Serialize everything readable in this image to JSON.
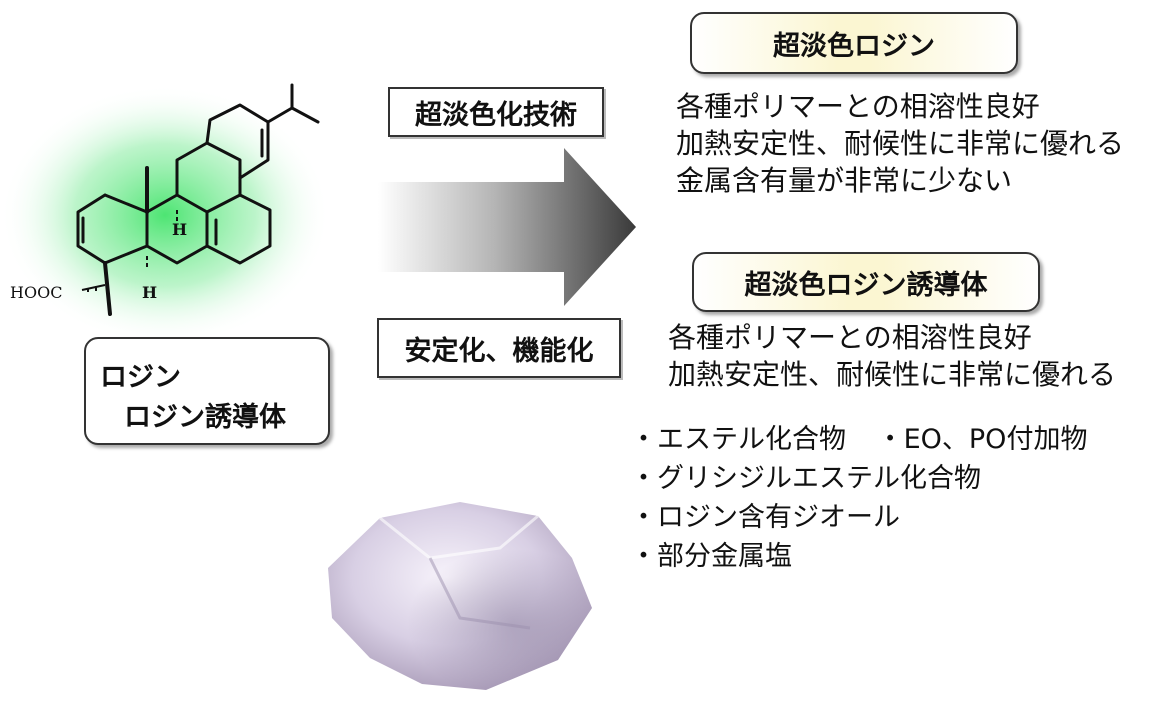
{
  "molecule": {
    "label_cooh": "HOOC",
    "label_h_top": "H",
    "label_h_bottom": "H",
    "glow_color": "#2ee05a"
  },
  "source_box": {
    "line1": "ロジン",
    "line2": "ロジン誘導体"
  },
  "arrow": {
    "label_top": "超淡色化技術",
    "label_bottom": "安定化、機能化"
  },
  "product1": {
    "title": "超淡色ロジン",
    "features": [
      "各種ポリマーとの相溶性良好",
      "加熱安定性、耐候性に非常に優れる",
      "金属含有量が非常に少ない"
    ]
  },
  "product2": {
    "title": "超淡色ロジン誘導体",
    "features": [
      "各種ポリマーとの相溶性良好",
      "加熱安定性、耐候性に非常に優れる"
    ],
    "derivatives": {
      "row1_a": "・エステル化合物",
      "row1_b": "・EO、PO付加物",
      "row2": "・グリシジルエステル化合物",
      "row3": "・ロジン含有ジオール",
      "row4": "・部分金属塩"
    }
  },
  "photo": {
    "subject": "pale-rosin-lump",
    "color": "#d8cfe4"
  }
}
